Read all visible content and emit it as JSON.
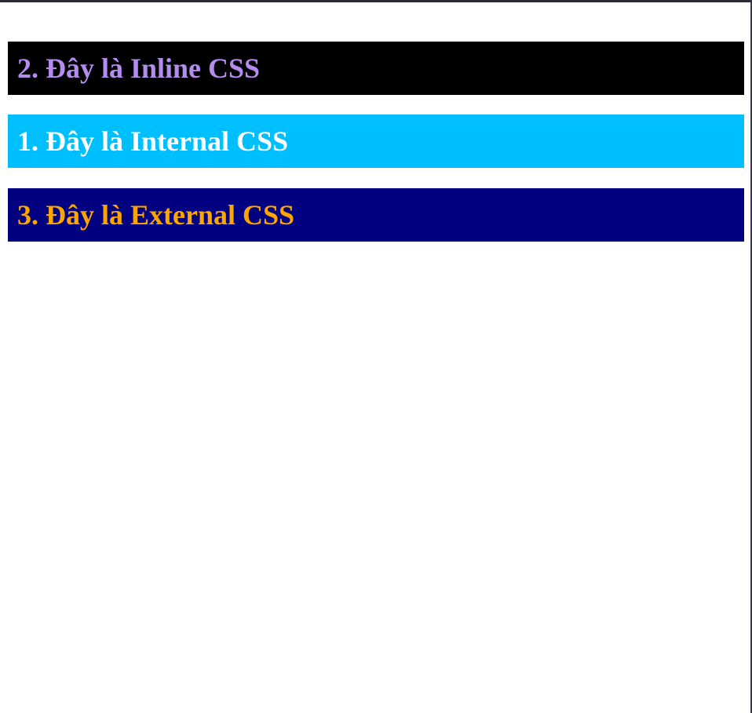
{
  "headings": {
    "inline": {
      "text": "2. Đây là Inline CSS",
      "background": "#000000",
      "color": "#b48cf0"
    },
    "internal": {
      "text": "1. Đây là Internal CSS",
      "background": "#00bfff",
      "color": "#ffffff"
    },
    "external": {
      "text": "3. Đây là External CSS",
      "background": "#000080",
      "color": "#ffa500"
    }
  }
}
